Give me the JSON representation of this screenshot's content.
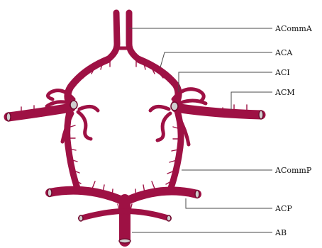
{
  "labels": {
    "acomma": "ACommA",
    "aca": "ACA",
    "aci": "ACI",
    "acm": "ACM",
    "acommp": "ACommP",
    "acp": "ACP",
    "ab": "AB"
  },
  "colors": {
    "vessel": "#9e1144",
    "vessel_dark": "#6f0a2e",
    "lumen": "#cfcfcf",
    "leader": "#4a4a4a",
    "background": "#ffffff"
  }
}
